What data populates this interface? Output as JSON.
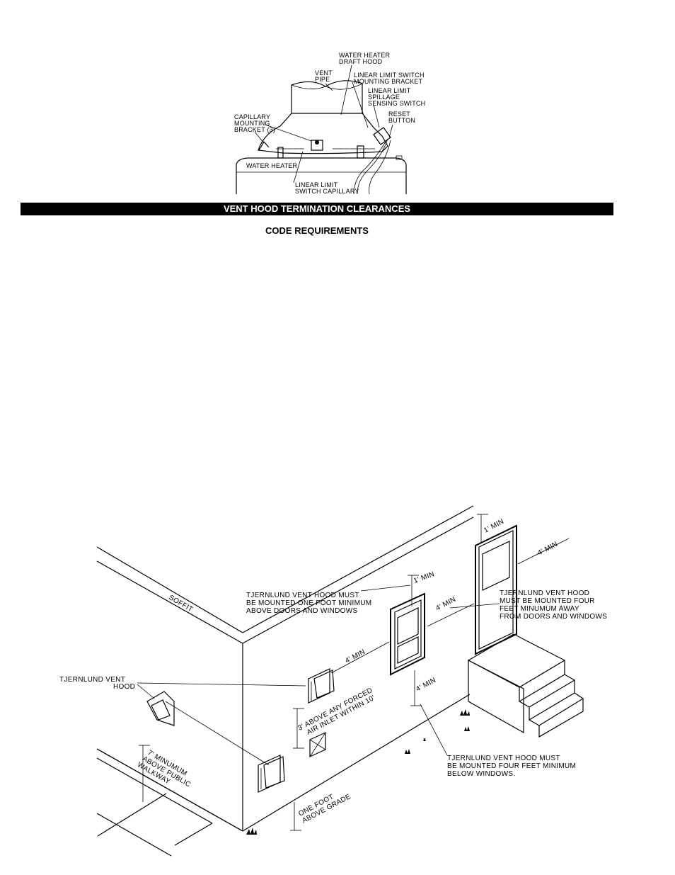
{
  "top_figure": {
    "labels": {
      "draft_hood": [
        "WATER HEATER",
        "DRAFT HOOD"
      ],
      "vent_pipe": [
        "VENT",
        "PIPE"
      ],
      "mounting_bracket": [
        "LINEAR LIMIT SWITCH",
        "MOUNTING BRACKET"
      ],
      "spillage_switch": [
        "LINEAR LIMIT",
        "SPILLAGE",
        "SENSING SWITCH"
      ],
      "reset_button": [
        "RESET",
        "BUTTON"
      ],
      "capillary_bracket": [
        "CAPILLARY",
        "MOUNTING",
        "BRACKET (3)"
      ],
      "water_heater": "WATER HEATER",
      "capillary": [
        "LINEAR LIMIT",
        "SWITCH CAPILLARY"
      ]
    }
  },
  "section": {
    "title": "VENT HOOD TERMINATION CLEARANCES",
    "subtitle": "CODE REQUIREMENTS"
  },
  "bottom_figure": {
    "soffit": "SOFFIT",
    "vent_hood_label": [
      "TJERNLUND VENT",
      "HOOD"
    ],
    "above_doors_note": [
      "TJERNLUND VENT HOOD MUST",
      "BE MOUNTED ONE FOOT MINIMUM",
      "ABOVE DOORS AND WINDOWS"
    ],
    "away_doors_note": [
      "TJERNLUND VENT HOOD",
      "MUST BE MOUNTED FOUR",
      "FEET MINUMUM AWAY",
      "FROM DOORS AND WINDOWS"
    ],
    "below_windows_note": [
      "TJERNLUND VENT HOOD MUST",
      "BE MOUNTED FOUR FEET MINIMUM",
      "BELOW WINDOWS."
    ],
    "one_min": "1' MIN",
    "four_min": "4' MIN",
    "forced_air": [
      "3' ABOVE ANY FORCED",
      "AIR INLET WITHIN 10'"
    ],
    "walkway": [
      "7' MINUMUM",
      "ABOVE PUBLIC",
      "WALKWAY"
    ],
    "grade": [
      "ONE FOOT",
      "ABOVE GRADE"
    ]
  }
}
